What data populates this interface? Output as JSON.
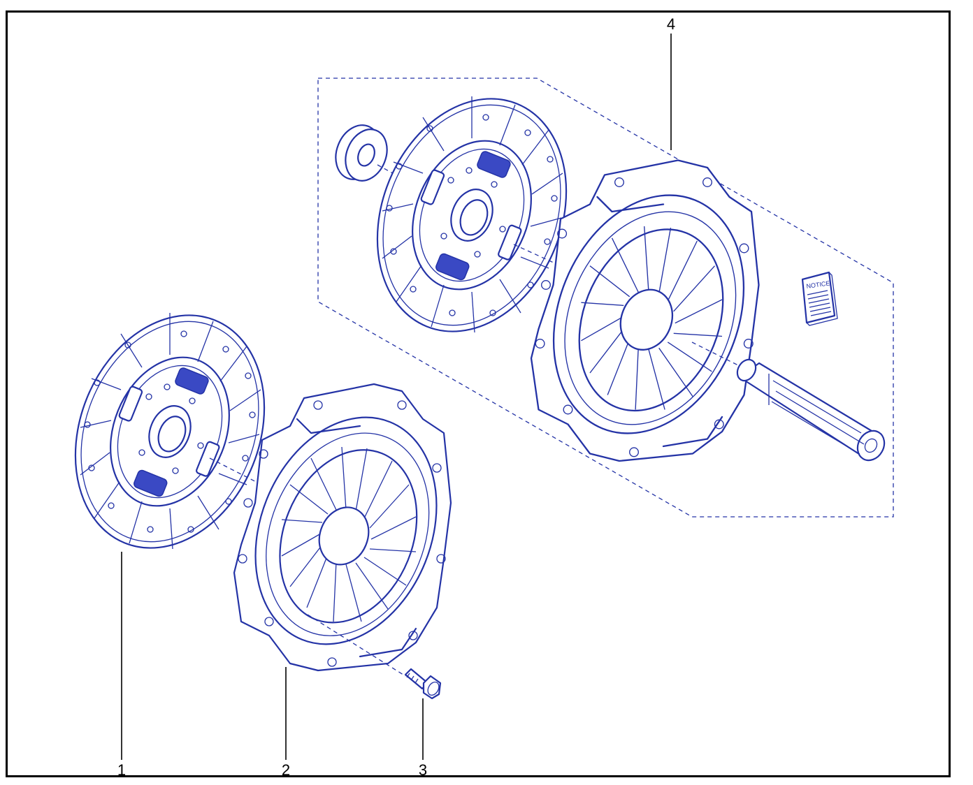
{
  "diagram": {
    "callouts": [
      {
        "id": "1",
        "label": "1"
      },
      {
        "id": "2",
        "label": "2"
      },
      {
        "id": "3",
        "label": "3"
      },
      {
        "id": "4",
        "label": "4"
      }
    ],
    "notice_label": "NOTICE",
    "colors": {
      "ink": "#2433a6",
      "frame": "#000000",
      "background": "#ffffff"
    }
  }
}
